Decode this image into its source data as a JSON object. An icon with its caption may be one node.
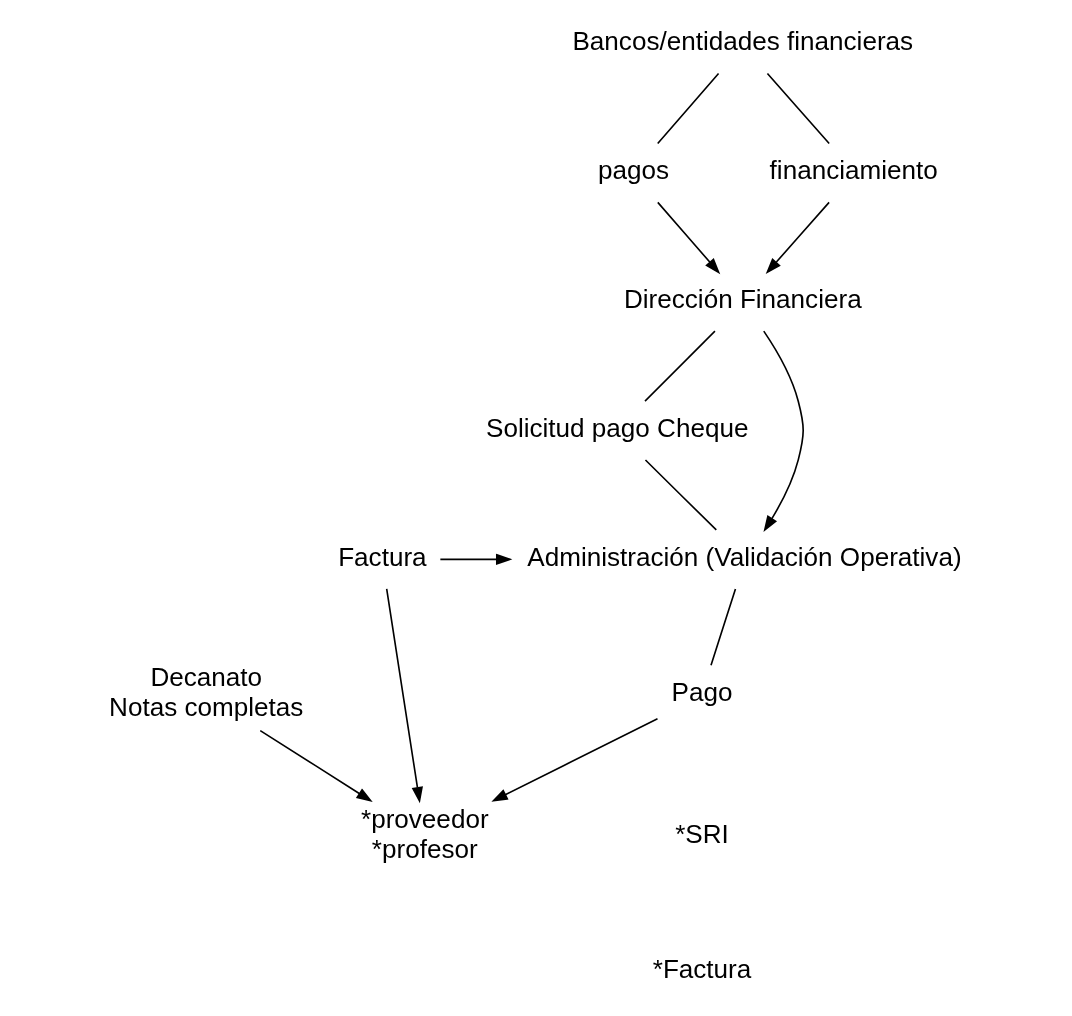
{
  "diagram": {
    "nodes": [
      {
        "text": [
          "Bancos/entidades financieras"
        ]
      },
      {
        "text": [
          "pagos"
        ]
      },
      {
        "text": [
          "financiamiento"
        ]
      },
      {
        "text": [
          "Dirección Financiera"
        ]
      },
      {
        "text": [
          "Solicitud pago Cheque"
        ]
      },
      {
        "text": [
          "Decanato",
          "Notas completas"
        ]
      },
      {
        "text": [
          "*proveedor",
          "*profesor"
        ]
      },
      {
        "text": [
          "Factura"
        ]
      },
      {
        "text": [
          "Administración (Validación Operativa)"
        ]
      },
      {
        "text": [
          "Pago"
        ]
      }
    ],
    "edges": [
      {
        "from": 0,
        "to": 1,
        "arrow": "none"
      },
      {
        "from": 0,
        "to": 2,
        "arrow": "none"
      },
      {
        "from": 1,
        "to": 3,
        "arrow": "to"
      },
      {
        "from": 2,
        "to": 3,
        "arrow": "to"
      },
      {
        "from": 3,
        "to": 4,
        "arrow": "none"
      },
      {
        "from": 3,
        "to": 8,
        "arrow": "to"
      },
      {
        "from": 4,
        "to": 8,
        "arrow": "none"
      },
      {
        "from": 5,
        "to": 6,
        "arrow": "to"
      },
      {
        "from": 7,
        "to": 8,
        "arrow": "to"
      },
      {
        "from": 7,
        "to": 6,
        "arrow": "to"
      },
      {
        "from": 9,
        "to": 6,
        "arrow": "to"
      },
      {
        "from": 8,
        "to": 9,
        "arrow": "none"
      }
    ],
    "labels": [
      "*SRI",
      "*Factura"
    ]
  }
}
